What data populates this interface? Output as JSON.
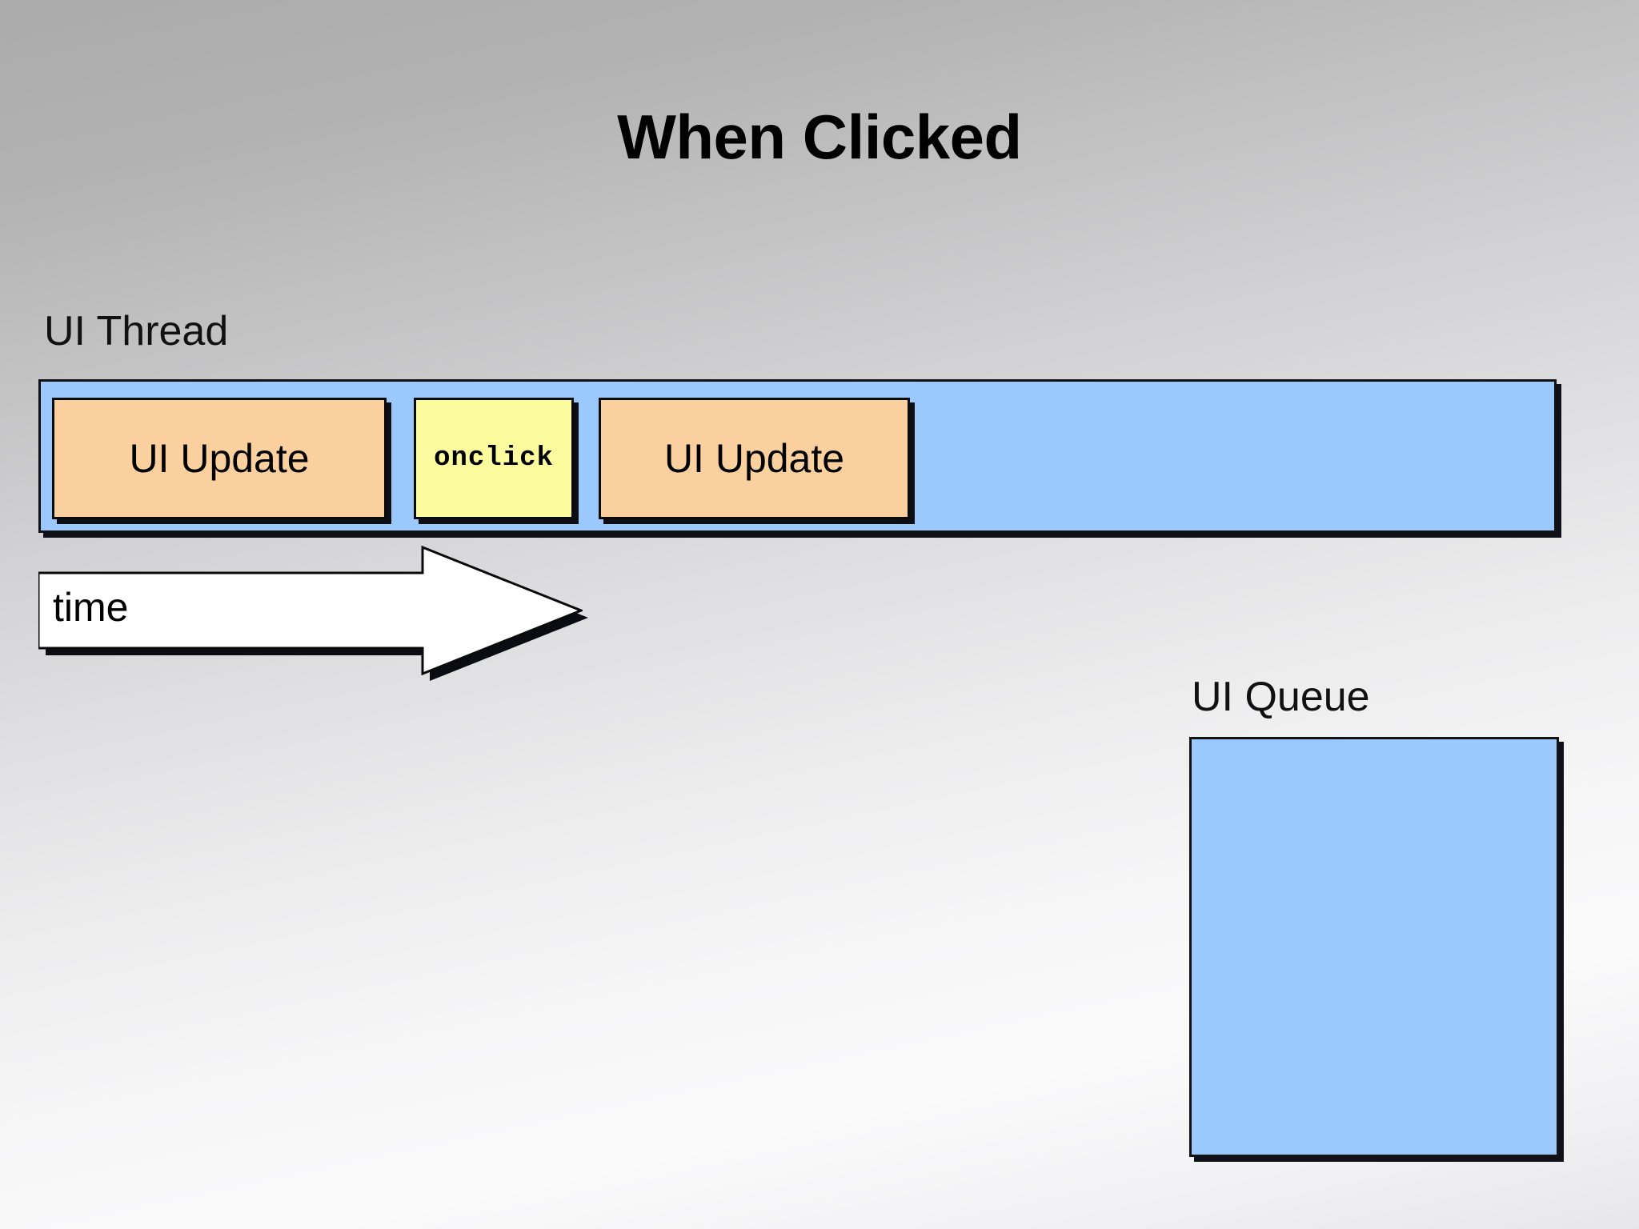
{
  "slide": {
    "title": "When Clicked"
  },
  "ui_thread": {
    "label": "UI Thread",
    "bar_color": "#9cc9fd",
    "blocks": [
      {
        "label": "UI Update",
        "kind": "ui-update",
        "color": "#fad09f"
      },
      {
        "label": "onclick",
        "kind": "handler",
        "color": "#fcfc9e"
      },
      {
        "label": "UI Update",
        "kind": "ui-update",
        "color": "#fad09f"
      }
    ]
  },
  "time_axis": {
    "label": "time",
    "direction": "right"
  },
  "ui_queue": {
    "label": "UI Queue",
    "box_color": "#9cc9fd",
    "items": []
  },
  "colors": {
    "background_top": "#ababab",
    "background_bottom": "#e7e7ea",
    "blue": "#9cc9fd",
    "orange": "#fad09f",
    "yellow": "#fcfc9e",
    "outline": "#101018"
  }
}
